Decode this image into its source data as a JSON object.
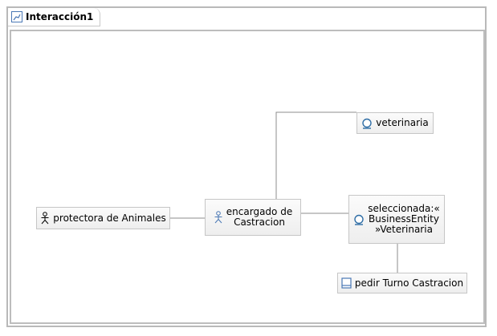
{
  "diagram": {
    "title": "Interacción1",
    "nodes": {
      "protectora": {
        "label": "protectora de Animales",
        "icon": "actor-icon"
      },
      "encargado": {
        "label_line1": "encargado de",
        "label_line2": "Castracion",
        "icon": "actor-icon"
      },
      "veterinaria": {
        "label": "veterinaria",
        "icon": "entity-icon"
      },
      "seleccionada": {
        "label_line1": "seleccionada:«",
        "label_line2": "BusinessEntity",
        "label_line3": "»Veterinaria",
        "icon": "entity-icon"
      },
      "pedir": {
        "label": "pedir Turno Castracion",
        "icon": "control-icon"
      }
    },
    "colors": {
      "link": "#8c8c8c",
      "icon_blue": "#4a78b5"
    }
  }
}
